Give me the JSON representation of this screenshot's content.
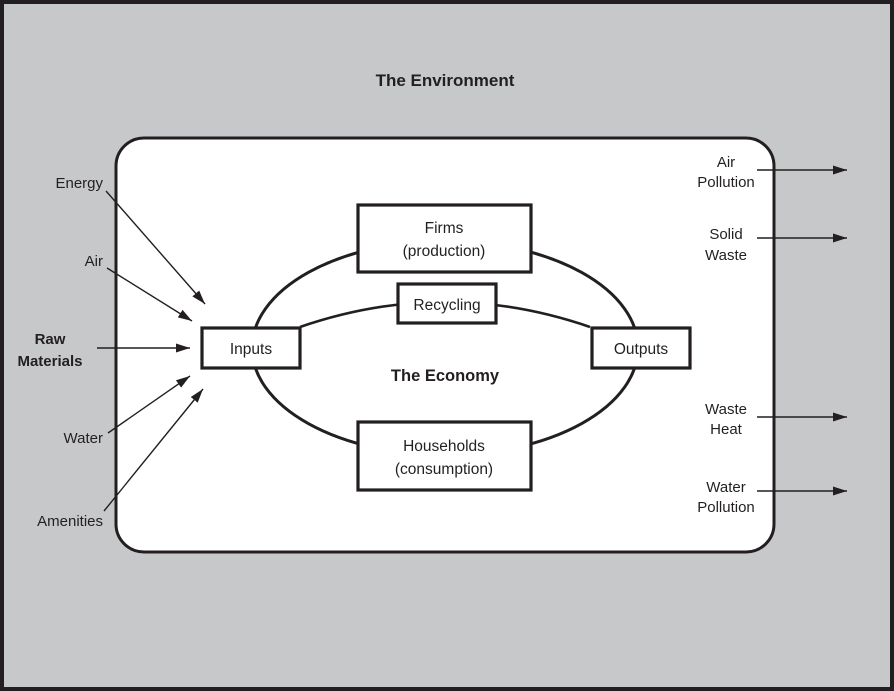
{
  "colors": {
    "background_gray": "#c7c8ca",
    "panel_white": "#ffffff",
    "ink": "#231f20"
  },
  "environment": {
    "title": "The Environment"
  },
  "economy": {
    "title": "The Economy",
    "firms_line1": "Firms",
    "firms_line2": "(production)",
    "recycling_label": "Recycling",
    "households_line1": "Households",
    "households_line2": "(consumption)",
    "inputs_label": "Inputs",
    "outputs_label": "Outputs"
  },
  "input_flows": {
    "energy": "Energy",
    "air": "Air",
    "raw_materials_line1": "Raw",
    "raw_materials_line2": "Materials",
    "water": "Water",
    "amenities": "Amenities"
  },
  "output_flows": {
    "air_pollution_line1": "Air",
    "air_pollution_line2": "Pollution",
    "solid_waste_line1": "Solid",
    "solid_waste_line2": "Waste",
    "waste_heat_line1": "Waste",
    "waste_heat_line2": "Heat",
    "water_pollution_line1": "Water",
    "water_pollution_line2": "Pollution"
  }
}
